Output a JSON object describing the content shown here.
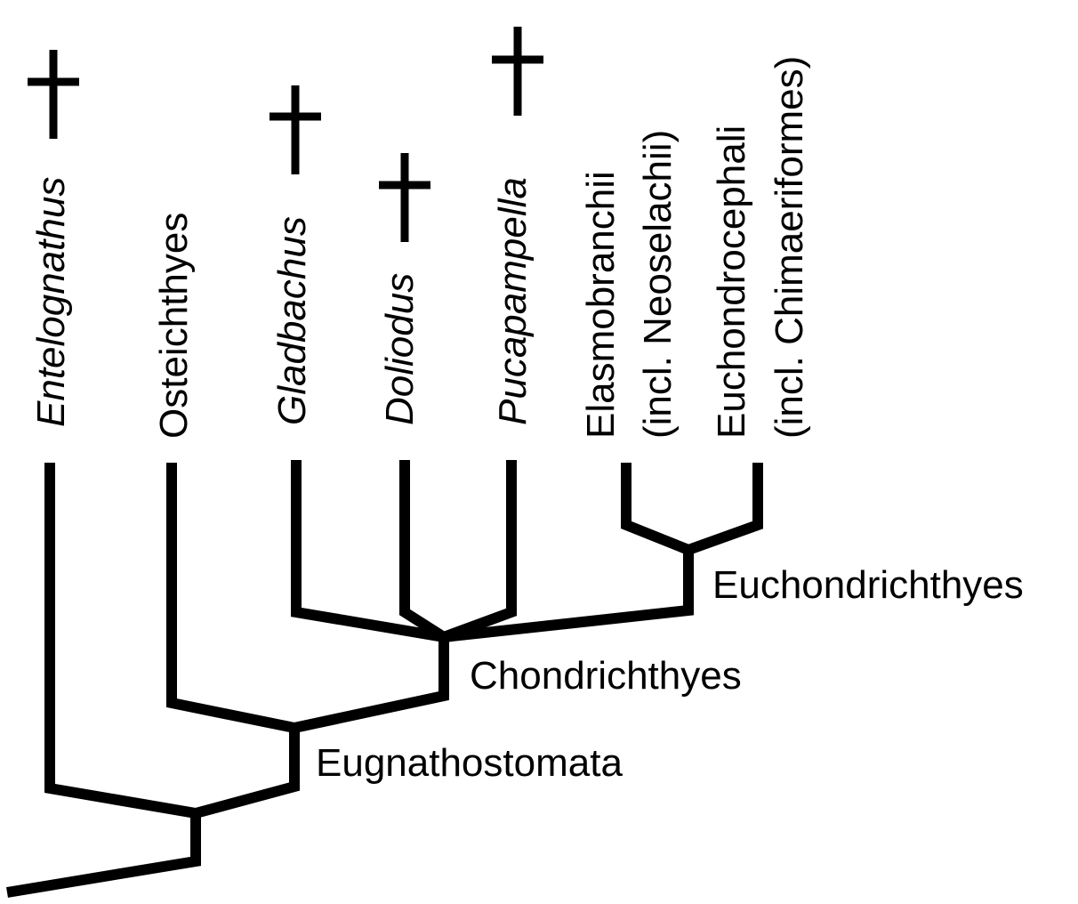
{
  "taxa": {
    "entelognathus": {
      "label": "Entelognathus",
      "extinct": true
    },
    "osteichthyes": {
      "label": "Osteichthyes",
      "extinct": false
    },
    "gladbachus": {
      "label": "Gladbachus",
      "extinct": true
    },
    "doliodus": {
      "label": "Doliodus",
      "extinct": true
    },
    "pucapampella": {
      "label": "Pucapampella",
      "extinct": true
    },
    "elasmobranchii": {
      "label": "Elasmobranchii",
      "sublabel": "(incl. Neoselachii)",
      "extinct": false
    },
    "euchondrocephali": {
      "label": "Euchondrocephali",
      "sublabel": "(incl. Chimaeriformes)",
      "extinct": false
    }
  },
  "clades": {
    "euchondrichthyes": "Euchondrichthyes",
    "chondrichthyes": "Chondrichthyes",
    "eugnathostomata": "Eugnathostomata"
  },
  "extinct_marker": "dagger"
}
